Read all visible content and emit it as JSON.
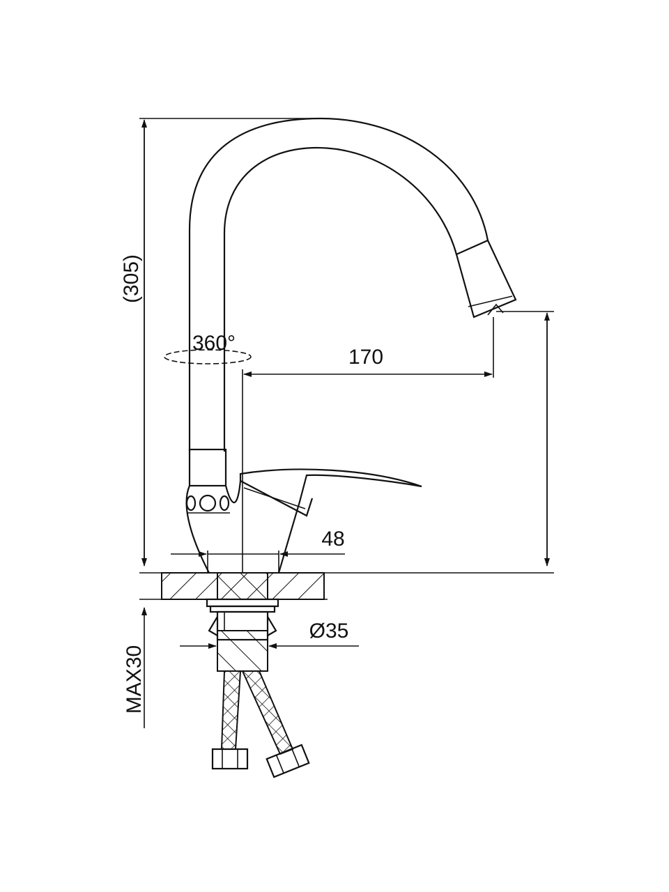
{
  "drawing": {
    "title": "Kitchen faucet dimensional drawing",
    "dimensions": {
      "total_height": "(305)",
      "rotation": "360°",
      "spout_reach": "170",
      "base_diameter": "48",
      "shank_diameter": "Ø35",
      "max_counter_thickness": "MAX30"
    }
  }
}
